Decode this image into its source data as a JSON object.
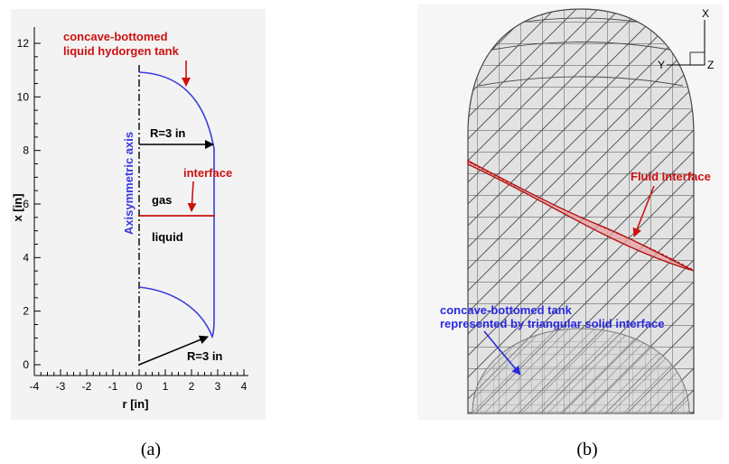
{
  "panel_a": {
    "caption": "(a)",
    "xlabel": "r [in]",
    "ylabel": "x [in]",
    "x_ticks": [
      "-4",
      "-3",
      "-2",
      "-1",
      "0",
      "1",
      "2",
      "3",
      "4"
    ],
    "y_ticks": [
      "0",
      "2",
      "4",
      "6",
      "8",
      "10",
      "12"
    ],
    "axis_label": "Axisymmetric axis",
    "title_line1": "concave-bottomed",
    "title_line2": "liquid hydorgen tank",
    "radius_top": "R=3 in",
    "radius_bottom": "R=3 in",
    "interface_label": "interface",
    "gas_label": "gas",
    "liquid_label": "liquid",
    "colors": {
      "tank": "#3a3adf",
      "annotation": "#cc1111",
      "interface": "#cc1111"
    }
  },
  "panel_b": {
    "caption": "(b)",
    "fluid_interface_label": "Fluid Interface",
    "solid_label_line1": "concave-bottomed tank",
    "solid_label_line2": "represented by triangular solid interface",
    "triad_x": "X",
    "triad_y": "Y",
    "triad_z": "Z",
    "colors": {
      "annotation_red": "#cc1111",
      "annotation_blue": "#2a2ae0",
      "mesh": "#555555"
    }
  }
}
